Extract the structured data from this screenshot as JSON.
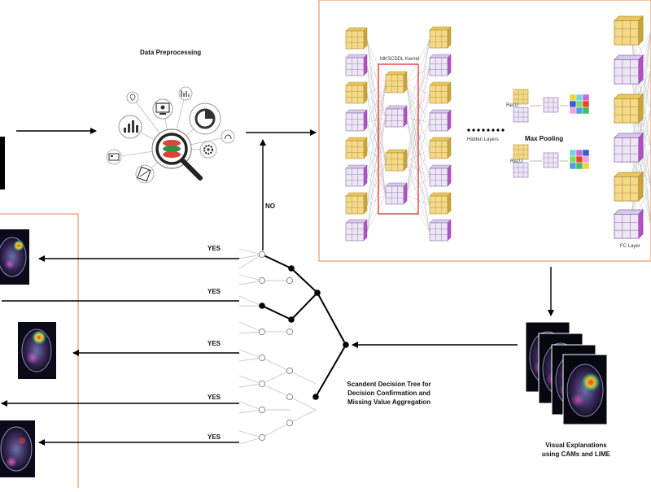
{
  "stages": {
    "preprocessing_title": "Data Preprocessing",
    "hidden_layers": "Hidden Layers",
    "kernel": "MKSCDDL Kernel",
    "max_pooling": "Max Pooling",
    "fc_layer": "FC Layer",
    "relu": "ReLU",
    "visual_explanations": "Visual Explanations using CAMs and LIME",
    "decision_tree": "Scandent Decision Tree for Decision Confirmation and Missing Value Aggregation"
  },
  "labels": {
    "no": "NO",
    "yes": "YES"
  },
  "icons": [
    "bar-chart-icon",
    "monitor-icon",
    "pie-chart-icon",
    "lightbulb-icon",
    "folder-icon",
    "gear-icon",
    "tablet-icon",
    "chart-small-icon",
    "magnifier-icon",
    "hand-icon"
  ],
  "colors": {
    "border_orange": "#e8a070",
    "cube_yellow": "#f3d98a",
    "cube_yellow_side": "#c9a63a",
    "cube_lavender": "#e6dff1",
    "cube_purple_side": "#b44fc7",
    "kernel_red": "#e03030",
    "line": "#000000",
    "heat_red": "#e8442a",
    "heat_green": "#3fbf5f",
    "heat_blue": "#3060d0"
  }
}
